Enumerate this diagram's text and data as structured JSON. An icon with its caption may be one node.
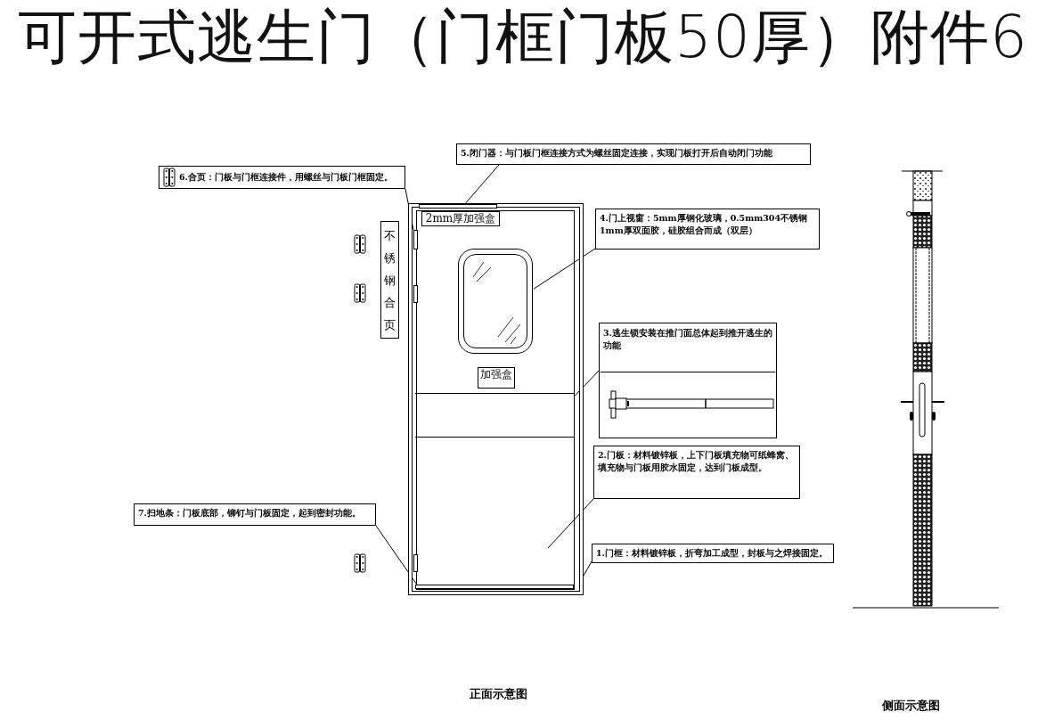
{
  "diagram": {
    "title": "可开式逃生门（门框门板50厚）附件6",
    "nodes": [
      {
        "text": [
          "6.合页：门板与门框连接件，用螺丝与门板门框固定。"
        ]
      },
      {
        "text": [
          "5.闭门器：与门板门框连接方式为螺丝固定连接，实现门板打开后自动闭门功能"
        ]
      },
      {
        "text": [
          "不锈钢合页"
        ]
      },
      {
        "text": [],
        "shape": "box"
      },
      {
        "text": [],
        "shape": "box",
        "in": 3
      },
      {
        "text": [],
        "shape": "bar",
        "in": 3
      },
      {
        "text": [],
        "shape": "bar",
        "in": 3
      },
      {
        "text": [
          "2mm厚加强盒"
        ],
        "in": 4
      },
      {
        "text": [],
        "shape": "box",
        "in": 4
      },
      {
        "text": [
          "加强盒"
        ],
        "in": 4
      },
      {
        "text": [],
        "shape": "band",
        "in": 4
      },
      {
        "text": [],
        "shape": "bar",
        "in": 4
      },
      {
        "text": [
          "4.门上视窗：5mm厚钢化玻璃，0.5mm304不锈钢1mm厚双面胶，硅胶组合而成（双层）"
        ]
      },
      {
        "text": [
          "3.逃生锁安装在推门面总体起到推开逃生的功能"
        ]
      },
      {
        "text": [
          "2.门板：材料镀锌板，上下门板填充物可纸蜂窝、填充物与门板用胶水固定，达到门板成型。"
        ]
      },
      {
        "text": [
          "7.扫地条：门板底部，铆钉与门板固定，起到密封功能。"
        ]
      },
      {
        "text": [
          "1.门框：材料镀锌板，折弯加工成型，封板与之焊接固定。"
        ]
      }
    ],
    "edges": [
      {
        "from": 0,
        "to": 6,
        "arrow": "none"
      },
      {
        "from": 1,
        "to": 5,
        "arrow": "none"
      },
      {
        "from": 12,
        "to": 8,
        "arrow": "none"
      },
      {
        "from": 13,
        "to": 10,
        "arrow": "none"
      },
      {
        "from": 14,
        "to": null,
        "arrow": "none"
      },
      {
        "from": 15,
        "to": 11,
        "arrow": "none"
      },
      {
        "from": 16,
        "to": 3,
        "arrow": "none"
      }
    ],
    "labels": [
      "正面示意图",
      "侧面示意图"
    ]
  }
}
